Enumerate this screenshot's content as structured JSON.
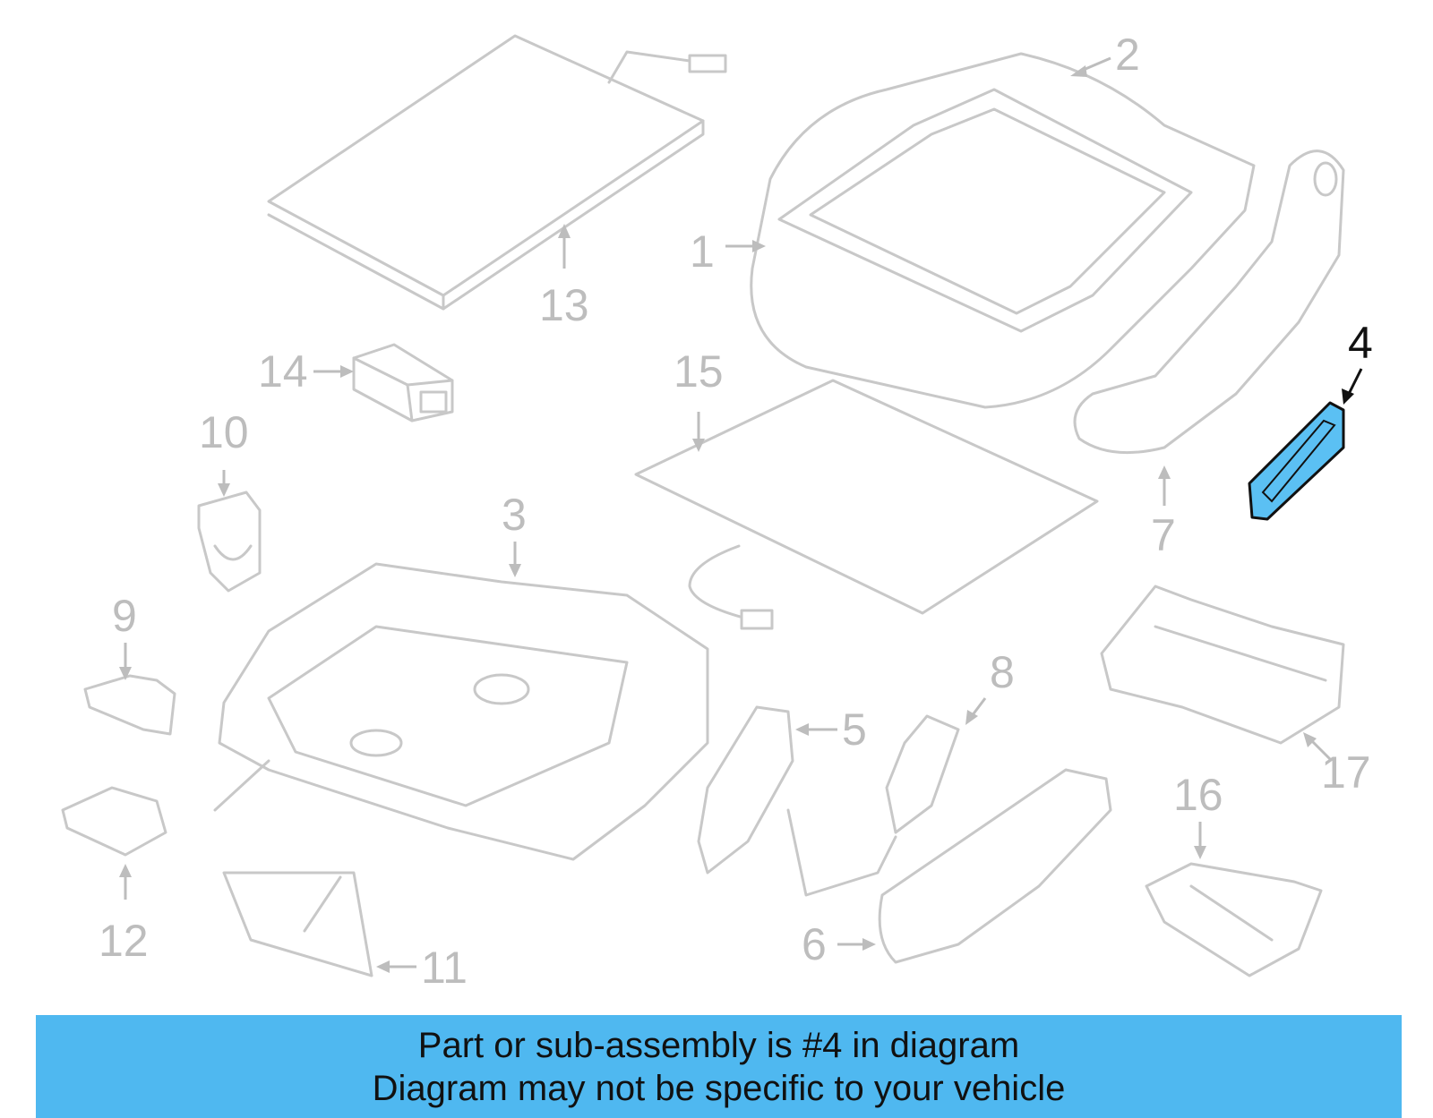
{
  "banner": {
    "line1": "Part or sub-assembly is #4 in diagram",
    "line2": "Diagram may not be specific to your vehicle",
    "color": "#4fb8f0"
  },
  "highlight": {
    "callout": "4",
    "color": "#5bc0f3"
  },
  "callouts": {
    "c1": "1",
    "c2": "2",
    "c3": "3",
    "c4": "4",
    "c5": "5",
    "c6": "6",
    "c7": "7",
    "c8": "8",
    "c9": "9",
    "c10": "10",
    "c11": "11",
    "c12": "12",
    "c13": "13",
    "c14": "14",
    "c15": "15",
    "c16": "16",
    "c17": "17"
  }
}
